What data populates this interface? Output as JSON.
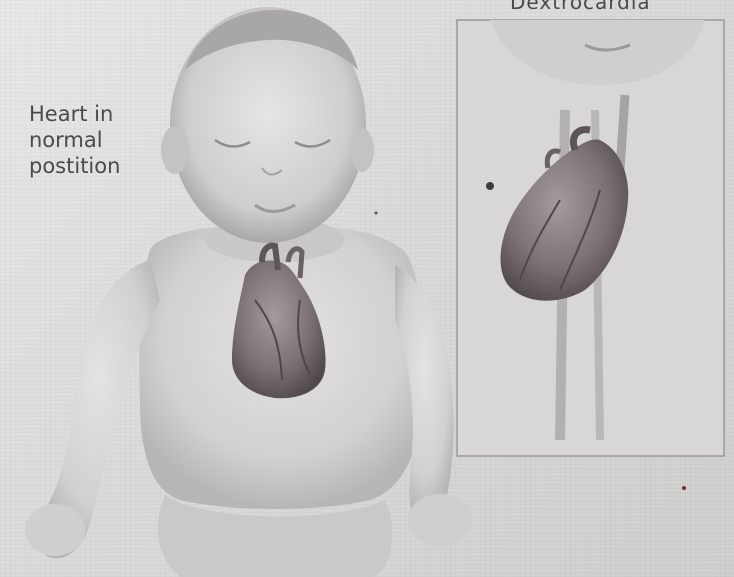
{
  "captions": {
    "left": "Heart in\nnormal\npostition",
    "right": "Dextrocardia"
  },
  "colors": {
    "background": "#dcdcda",
    "skin": "#d6d5d3",
    "skin_shadow": "#b9b8b6",
    "heart": "#8a7f80",
    "heart_dark": "#5e5556",
    "text": "#4a4a4a"
  },
  "illustration": {
    "subject": "infant-figure",
    "left_heart": "heart-normal-position",
    "right_inset": "dextrocardia-inset"
  }
}
